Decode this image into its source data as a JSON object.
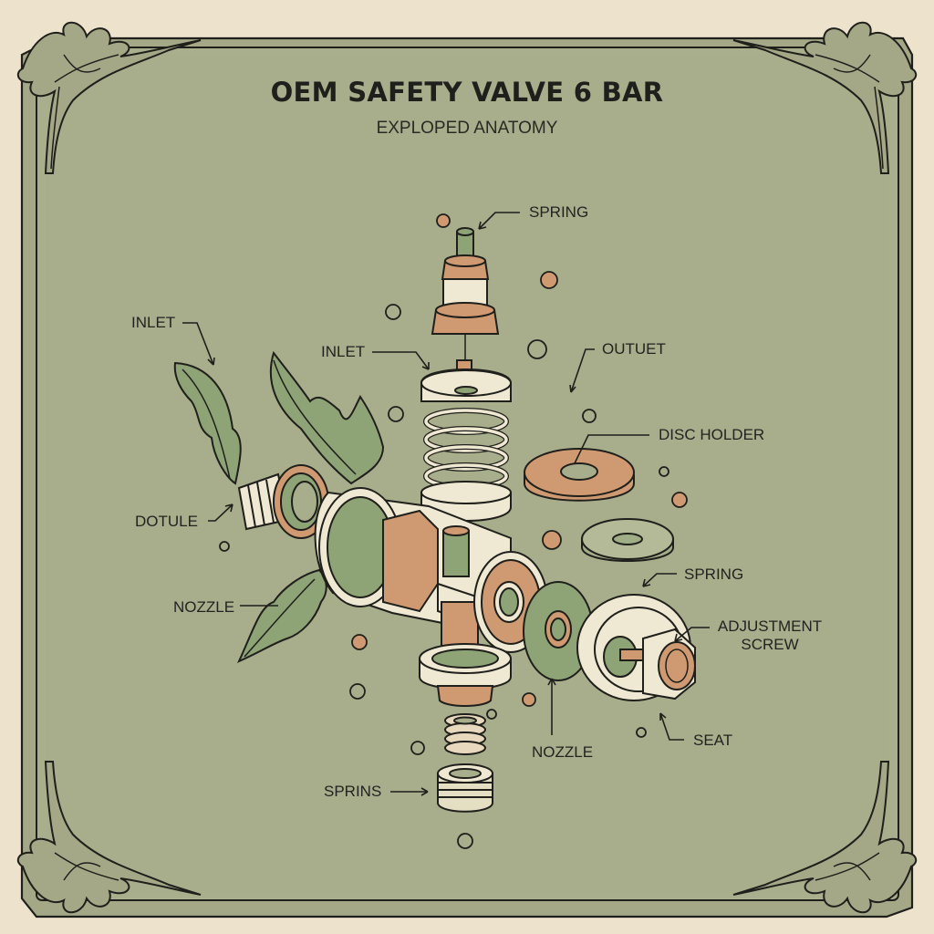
{
  "header": {
    "title": "OEM SAFETY VALVE 6 BAR",
    "subtitle": "EXPLOPED ANATOMY"
  },
  "colors": {
    "page_background": "#ede3cc",
    "panel_fill": "#a8ad8c",
    "frame_fill": "#a4a887",
    "leaf_green": "#8ea376",
    "copper": "#cf9a72",
    "cream": "#efe8d2",
    "ink": "#1f1f1b"
  },
  "labels": [
    {
      "id": "spring-top",
      "text": "SPRING"
    },
    {
      "id": "inlet-left",
      "text": "INLET"
    },
    {
      "id": "inlet-center",
      "text": "INLET"
    },
    {
      "id": "outuet",
      "text": "OUTUET"
    },
    {
      "id": "disc-holder",
      "text": "DISC HOLDER"
    },
    {
      "id": "dotule",
      "text": "DOTULE"
    },
    {
      "id": "spring-right",
      "text": "SPRING"
    },
    {
      "id": "nozzle-left",
      "text": "NOZZLE"
    },
    {
      "id": "adjustment-screw",
      "text": "ADJUSTMENT",
      "text2": "SCREW"
    },
    {
      "id": "nozzle-bottom",
      "text": "NOZZLE"
    },
    {
      "id": "seat",
      "text": "SEAT"
    },
    {
      "id": "sprins",
      "text": "SPRINS"
    }
  ]
}
